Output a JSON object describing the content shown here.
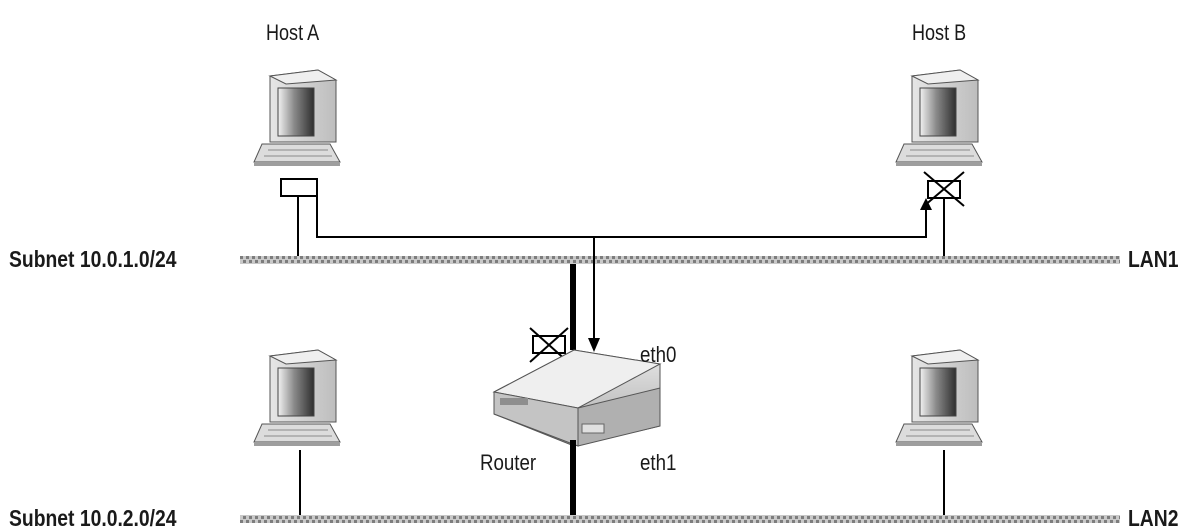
{
  "hosts": {
    "host_a": "Host A",
    "host_b": "Host B"
  },
  "subnets": {
    "upper": "Subnet 10.0.1.0/24",
    "lower": "Subnet 10.0.2.0/24"
  },
  "lans": {
    "upper": "LAN1",
    "lower": "LAN2"
  },
  "router": {
    "label": "Router",
    "eth0": "eth0",
    "eth1": "eth1"
  },
  "colors": {
    "lan_line": "#9a9a9a",
    "ink": "#000000"
  },
  "icons": {
    "computer": "desktop-computer-icon",
    "router": "router-device-icon",
    "nic_active": "network-interface-icon",
    "nic_blocked": "blocked-interface-icon"
  }
}
